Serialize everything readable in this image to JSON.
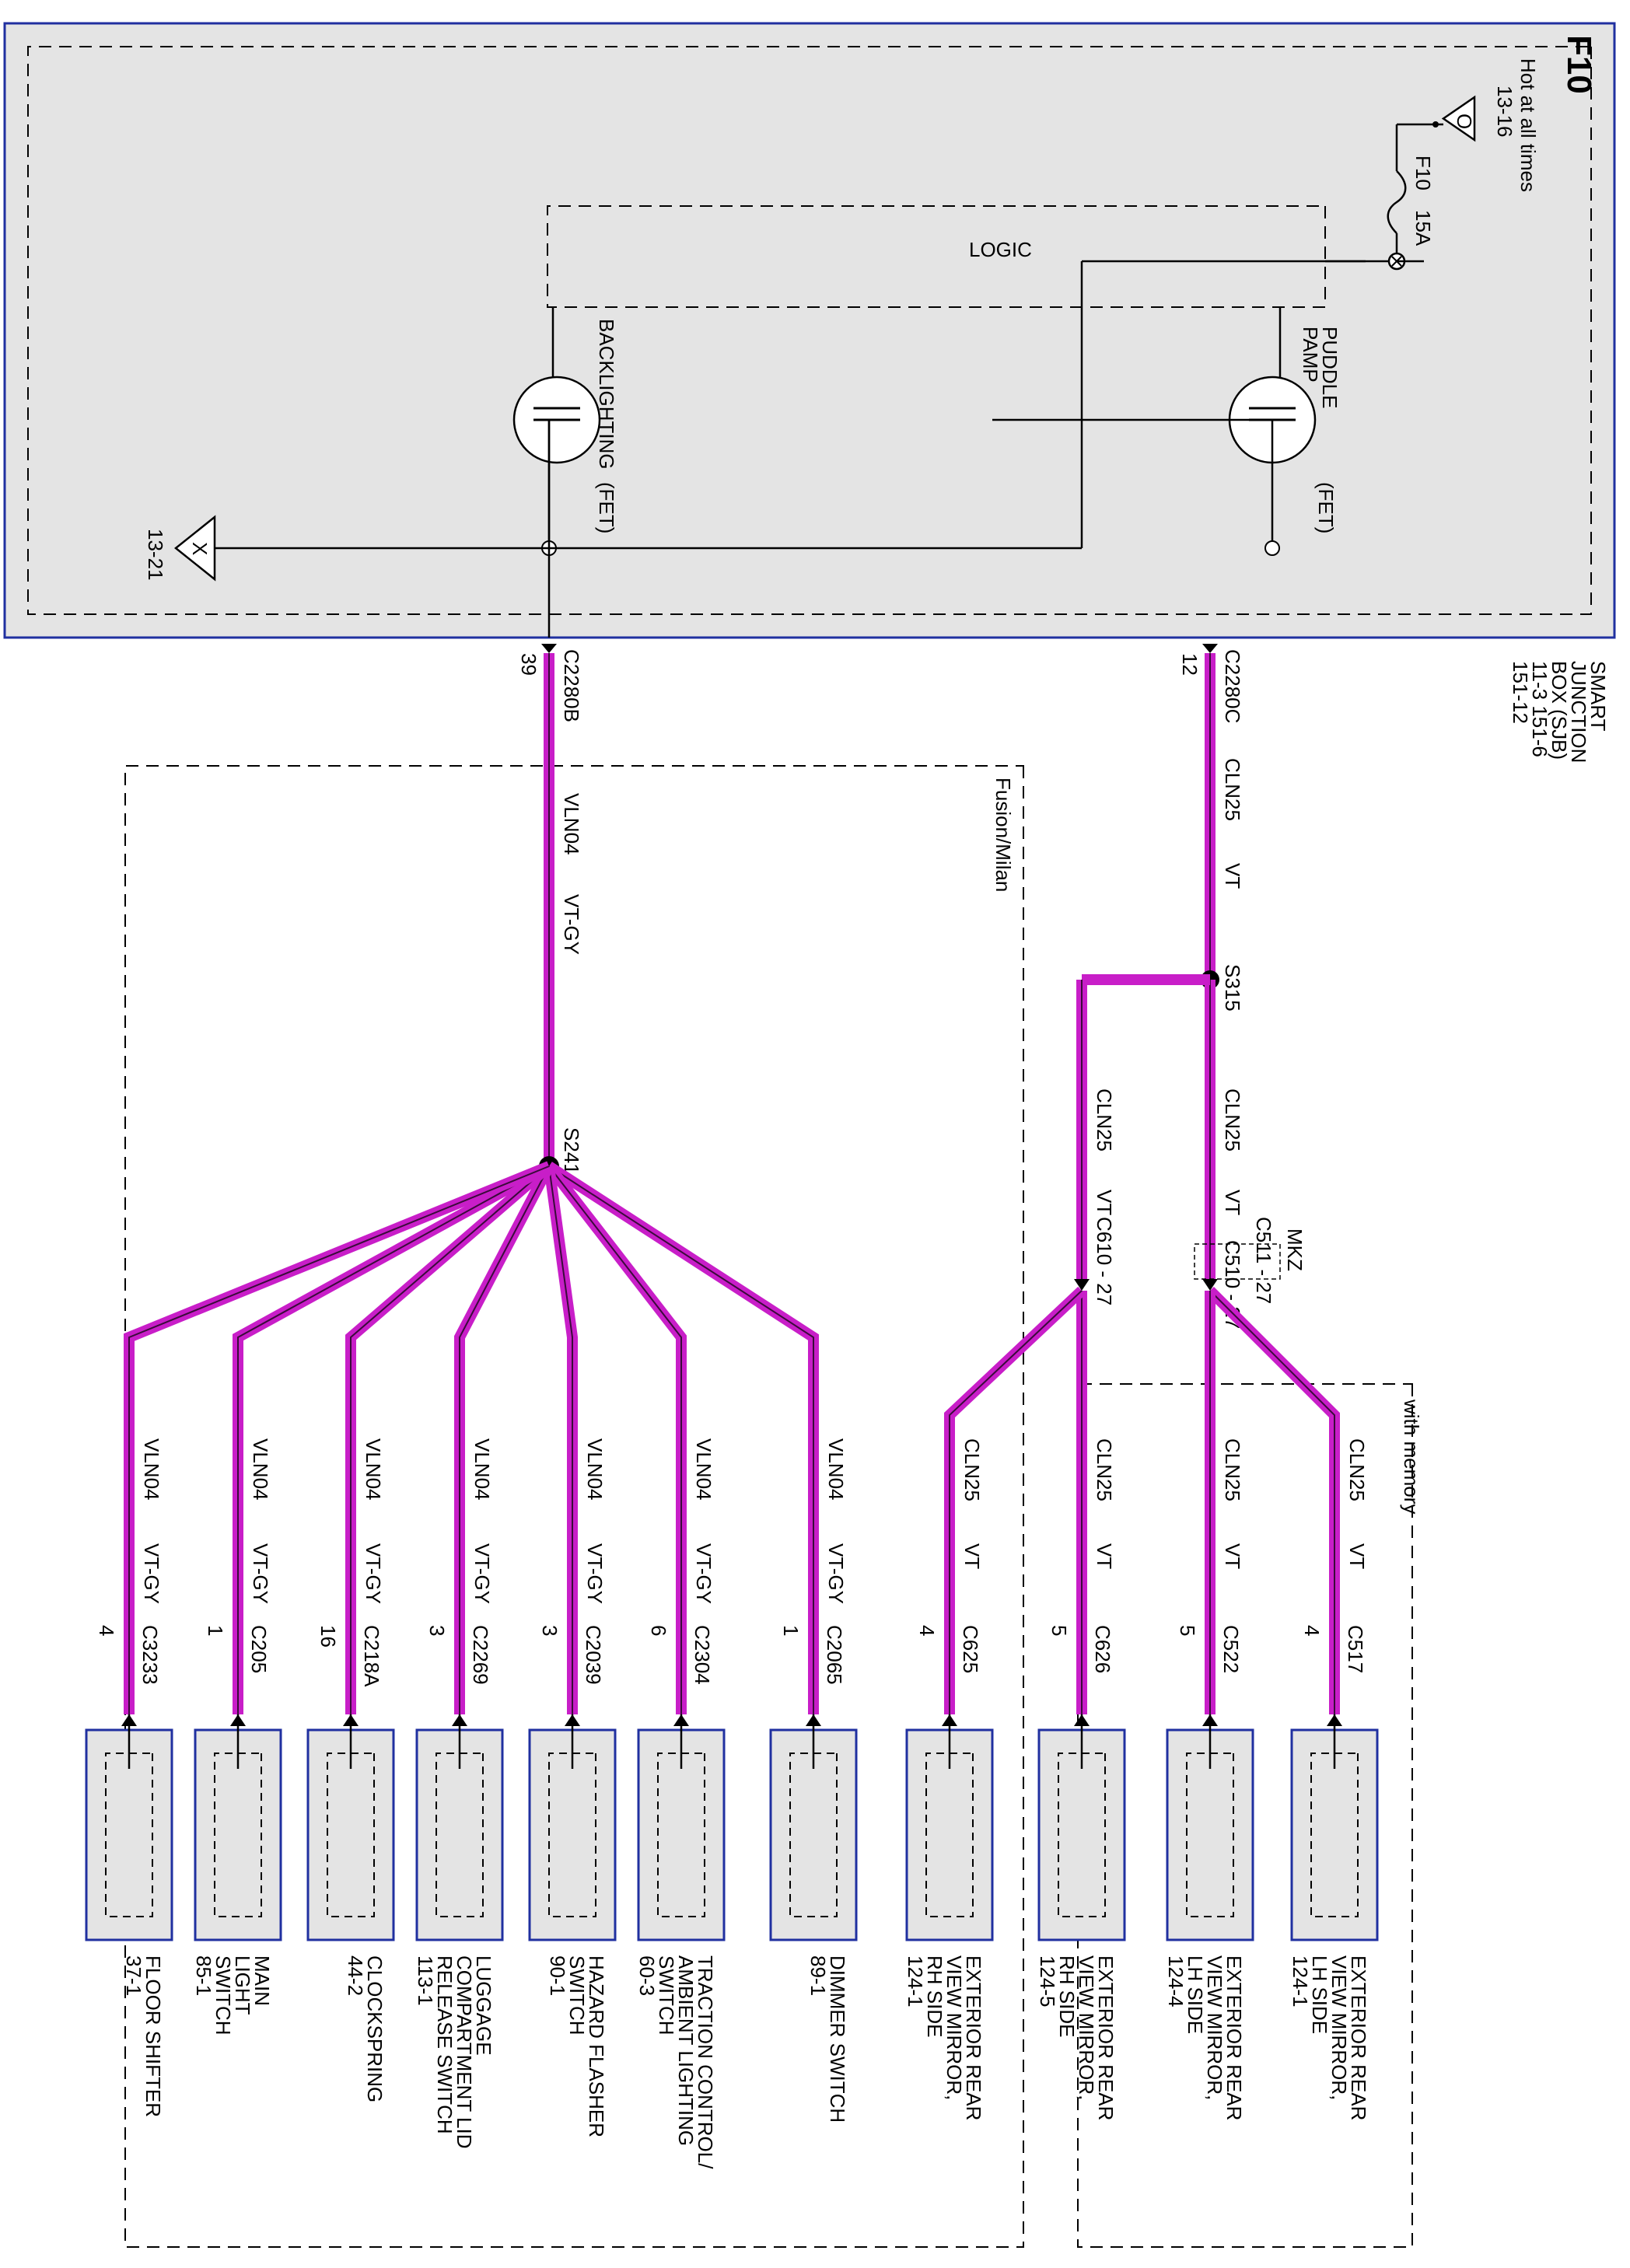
{
  "page_code": "F10",
  "sjb": {
    "label_lines": [
      "SMART",
      "JUNCTION",
      "BOX (SJB)",
      "11-3     151-6",
      "151-12"
    ],
    "hot_label": "Hot at all times",
    "hot_ref": "13-16",
    "hot_symbol": "O",
    "fuse_id": "F10",
    "fuse_rating": "15A",
    "logic_label": "LOGIC",
    "puddle_lines": [
      "PUDDLE",
      "PAMP"
    ],
    "backlight_label": "BACKLIGHTING",
    "fet_label": "(FET)",
    "ground_ref": "13-21",
    "ground_symbol": "X"
  },
  "upper_branch": {
    "connector": "C2280C",
    "pin": "12",
    "circuit": "CLN25",
    "color": "VT",
    "splice": "S315",
    "mkz_label": "MKZ",
    "inline_mkz_top": "C511 - 27",
    "inline_mkz_bottom": "C510 - 27",
    "inline_lower": "C610 - 27",
    "memory_label": "with memory",
    "components": [
      {
        "circuit": "CLN25",
        "color": "VT",
        "connector": "C517",
        "pin": "4",
        "name_lines": [
          "EXTERIOR REAR",
          "VIEW MIRROR,",
          "LH SIDE",
          "124-1"
        ]
      },
      {
        "circuit": "CLN25",
        "color": "VT",
        "connector": "C522",
        "pin": "5",
        "name_lines": [
          "EXTERIOR REAR",
          "VIEW MIRROR,",
          "LH SIDE",
          "124-4"
        ]
      },
      {
        "circuit": "CLN25",
        "color": "VT",
        "connector": "C626",
        "pin": "5",
        "name_lines": [
          "EXTERIOR REAR",
          "VIEW MIRROR,",
          "RH SIDE",
          "124-5"
        ]
      },
      {
        "circuit": "CLN25",
        "color": "VT",
        "connector": "C625",
        "pin": "4",
        "name_lines": [
          "EXTERIOR REAR",
          "VIEW MIRROR,",
          "RH SIDE",
          "124-1"
        ]
      }
    ]
  },
  "lower_branch": {
    "connector": "C2280B",
    "pin": "39",
    "circuit": "VLN04",
    "color": "VT-GY",
    "splice": "S241",
    "region_label": "Fusion/Milan",
    "components": [
      {
        "circuit": "VLN04",
        "color": "VT-GY",
        "connector": "C2065",
        "pin": "1",
        "name_lines": [
          "DIMMER SWITCH",
          "89-1"
        ]
      },
      {
        "circuit": "VLN04",
        "color": "VT-GY",
        "connector": "C2304",
        "pin": "6",
        "name_lines": [
          "TRACTION CONTROL/",
          "AMBIENT LIGHTING",
          "SWITCH",
          "60-3"
        ]
      },
      {
        "circuit": "VLN04",
        "color": "VT-GY",
        "connector": "C2039",
        "pin": "3",
        "name_lines": [
          "HAZARD FLASHER",
          "SWITCH",
          "90-1"
        ]
      },
      {
        "circuit": "VLN04",
        "color": "VT-GY",
        "connector": "C2269",
        "pin": "3",
        "name_lines": [
          "LUGGAGE",
          "COMPARTMENT LID",
          "RELEASE SWITCH",
          "113-1"
        ]
      },
      {
        "circuit": "VLN04",
        "color": "VT-GY",
        "connector": "C218A",
        "pin": "16",
        "name_lines": [
          "CLOCKSPRING",
          "44-2"
        ]
      },
      {
        "circuit": "VLN04",
        "color": "VT-GY",
        "connector": "C205",
        "pin": "1",
        "name_lines": [
          "MAIN",
          "LIGHT",
          "SWITCH",
          "85-1"
        ]
      },
      {
        "circuit": "VLN04",
        "color": "VT-GY",
        "connector": "C3233",
        "pin": "4",
        "name_lines": [
          "FLOOR SHIFTER",
          "37-1"
        ]
      }
    ]
  },
  "colors": {
    "wire": "#c81ec8",
    "wire_core": "#3a0a3a",
    "box_fill": "#e4e4e4",
    "box_border": "#2030a0"
  }
}
